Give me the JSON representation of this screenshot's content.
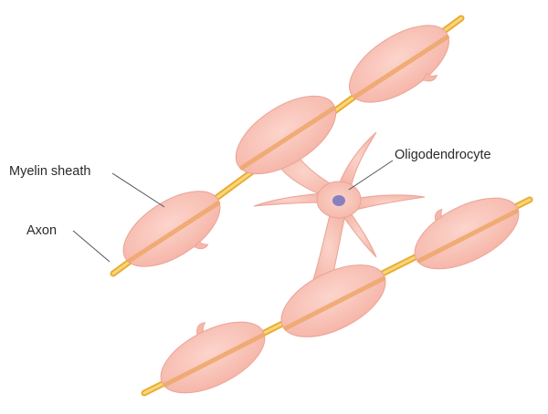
{
  "labels": {
    "myelin_sheath": "Myelin sheath",
    "axon": "Axon",
    "oligodendrocyte": "Oligodendrocyte"
  },
  "colors": {
    "axon": "#f5c146",
    "axon_highlight": "#f8d77a",
    "sheath_fill": "#f9c3b8",
    "sheath_edge": "#eaa396",
    "sheath_core": "#efa86f",
    "cell_body": "#f8c4ba",
    "nucleus": "#8a7fc0",
    "leader_line": "#555555",
    "text": "#2a2a2a"
  }
}
